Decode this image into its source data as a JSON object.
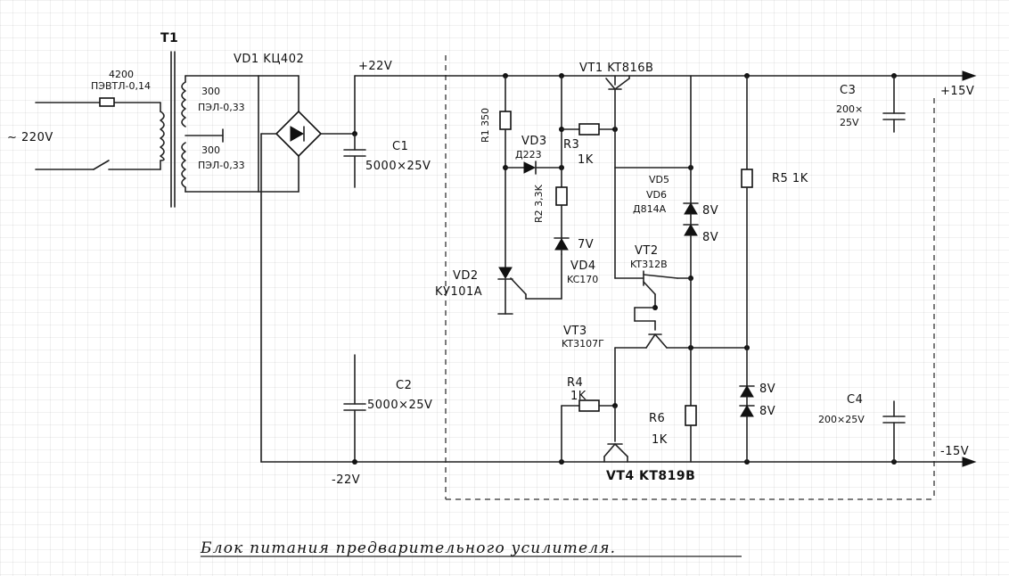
{
  "labels": {
    "t1": "T1",
    "vd1": "VD1 KЦ402",
    "plus22": "+22V",
    "minus22": "-22V",
    "mains": "~ 220V",
    "prim_turns": "4200",
    "prim_wire": "ПЭВТЛ-0,14",
    "sec1_turns": "300",
    "sec1_wire": "ПЭЛ-0,33",
    "sec2_turns": "300",
    "sec2_wire": "ПЭЛ-0,33",
    "c1": "C1",
    "c1_val": "5000×25V",
    "c2": "C2",
    "c2_val": "5000×25V",
    "r1": "R1 350",
    "vd3": "VD3",
    "vd3_type": "Д223",
    "r3": "R3",
    "r3_val": "1K",
    "r2": "R2 3,3K",
    "vd4_v": "7V",
    "vd4": "VD4",
    "vd4_type": "KC170",
    "vd2": "VD2",
    "vd2_type": "KУ101А",
    "vt1": "VT1 KT816B",
    "vd5": "VD5",
    "vd6": "VD6",
    "vd5_type": "Д814А",
    "vd5_v": "8V",
    "vd6_v": "8V",
    "vt2": "VT2",
    "vt2_type": "KT312B",
    "vt3": "VT3",
    "vt3_type": "KT3107Г",
    "r4": "R4",
    "r4_val": "1K",
    "r6": "R6",
    "r6_val": "1K",
    "vt4": "VT4 KT819B",
    "r5": "R5 1K",
    "c3": "C3",
    "c3_val": "200×",
    "c3_v": "25V",
    "c4": "C4",
    "c4_val": "200×25V",
    "plus15": "+15V",
    "minus15": "-15V",
    "z1_v": "8V",
    "z2_v": "8V",
    "caption": "Блок питания предварительного усилителя."
  }
}
